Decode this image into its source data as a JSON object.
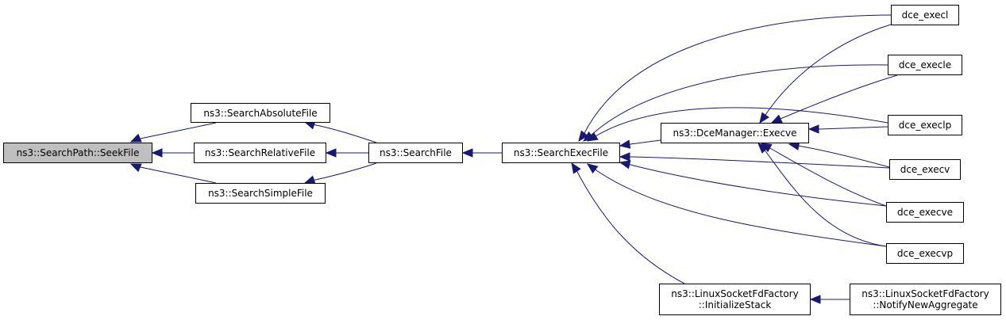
{
  "diagram": {
    "type": "call-graph",
    "edge_color": "#191970",
    "root_fill": "#bfbfbf",
    "nodes": {
      "seekfile": {
        "lines": [
          "ns3::SearchPath::SeekFile"
        ],
        "root": true
      },
      "absolute": {
        "lines": [
          "ns3::SearchAbsoluteFile"
        ]
      },
      "relative": {
        "lines": [
          "ns3::SearchRelativeFile"
        ]
      },
      "simple": {
        "lines": [
          "ns3::SearchSimpleFile"
        ]
      },
      "searchfile": {
        "lines": [
          "ns3::SearchFile"
        ]
      },
      "execfile": {
        "lines": [
          "ns3::SearchExecFile"
        ]
      },
      "execve_mgr": {
        "lines": [
          "ns3::DceManager::Execve"
        ]
      },
      "initstack": {
        "lines": [
          "ns3::LinuxSocketFdFactory",
          "::InitializeStack"
        ]
      },
      "notify": {
        "lines": [
          "ns3::LinuxSocketFdFactory",
          "::NotifyNewAggregate"
        ]
      },
      "execl": {
        "lines": [
          "dce_execl"
        ]
      },
      "execle": {
        "lines": [
          "dce_execle"
        ]
      },
      "execlp": {
        "lines": [
          "dce_execlp"
        ]
      },
      "execv": {
        "lines": [
          "dce_execv"
        ]
      },
      "execve": {
        "lines": [
          "dce_execve"
        ]
      },
      "execvp": {
        "lines": [
          "dce_execvp"
        ]
      }
    },
    "edges": [
      {
        "from": "absolute",
        "to": "seekfile"
      },
      {
        "from": "relative",
        "to": "seekfile"
      },
      {
        "from": "simple",
        "to": "seekfile"
      },
      {
        "from": "searchfile",
        "to": "absolute"
      },
      {
        "from": "searchfile",
        "to": "relative"
      },
      {
        "from": "searchfile",
        "to": "simple"
      },
      {
        "from": "execfile",
        "to": "searchfile"
      },
      {
        "from": "execl",
        "to": "execfile"
      },
      {
        "from": "execle",
        "to": "execfile"
      },
      {
        "from": "execlp",
        "to": "execfile"
      },
      {
        "from": "execve_mgr",
        "to": "execfile"
      },
      {
        "from": "execv",
        "to": "execfile"
      },
      {
        "from": "execve",
        "to": "execfile"
      },
      {
        "from": "execvp",
        "to": "execfile"
      },
      {
        "from": "initstack",
        "to": "execfile"
      },
      {
        "from": "execl",
        "to": "execve_mgr"
      },
      {
        "from": "execle",
        "to": "execve_mgr"
      },
      {
        "from": "execlp",
        "to": "execve_mgr"
      },
      {
        "from": "execv",
        "to": "execve_mgr"
      },
      {
        "from": "execve",
        "to": "execve_mgr"
      },
      {
        "from": "execvp",
        "to": "execve_mgr"
      },
      {
        "from": "notify",
        "to": "initstack"
      }
    ]
  }
}
